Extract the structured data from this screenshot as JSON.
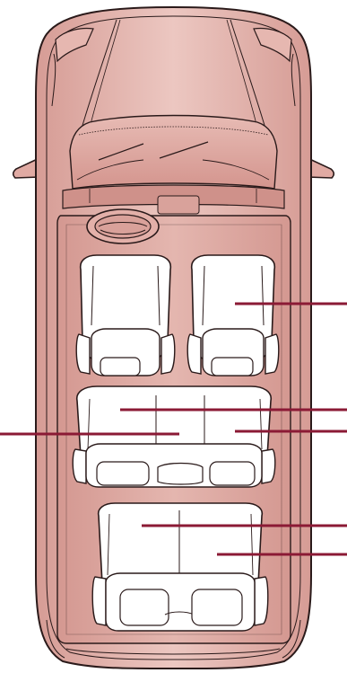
{
  "diagram": {
    "subject": "minivan-top-view-seating-layout",
    "colors": {
      "body_fill": "#e0b0aa",
      "body_fill_light": "#ecc9c3",
      "floor_fill": "#d9a39c",
      "outline": "#2a1a1a",
      "seat_fill": "#ffffff",
      "callout": "#8b1a35"
    },
    "rows": [
      {
        "id": "front",
        "seats": 2
      },
      {
        "id": "middle",
        "seats": 3
      },
      {
        "id": "rear",
        "seats": 2
      }
    ],
    "callouts": [
      {
        "id": "front-right-seat",
        "side": "right"
      },
      {
        "id": "middle-left-seat",
        "side": "right"
      },
      {
        "id": "middle-right-seat",
        "side": "right"
      },
      {
        "id": "middle-center-seat",
        "side": "left"
      },
      {
        "id": "rear-left-seat",
        "side": "right"
      },
      {
        "id": "rear-right-seat",
        "side": "right"
      }
    ]
  }
}
